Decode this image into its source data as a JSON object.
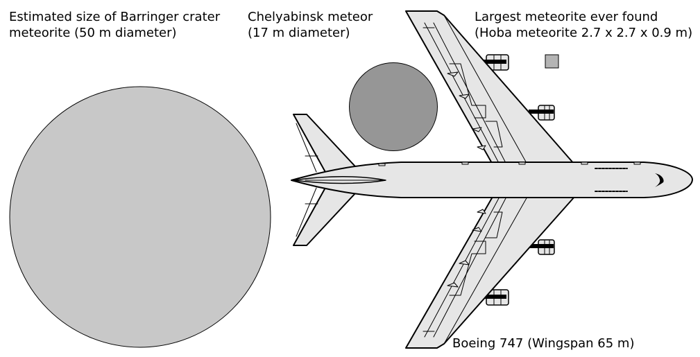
{
  "labels": {
    "barringer": {
      "line1": "Estimated size of Barringer crater",
      "line2": "meteorite (50 m diameter)"
    },
    "chelyabinsk": {
      "line1": "Chelyabinsk meteor",
      "line2": "(17 m diameter)"
    },
    "hoba": {
      "line1": "Largest meteorite ever found",
      "line2": "(Hoba meteorite 2.7 x 2.7 x 0.9 m)"
    },
    "boeing": {
      "line1": "Boeing 747 (Wingspan 65 m)"
    }
  },
  "colors": {
    "barringer_fill": "#c8c8c8",
    "chelyabinsk_fill": "#969696",
    "hoba_fill": "#b4b4b4",
    "aircraft_fill": "#e6e6e6",
    "outline": "#000000"
  },
  "icons": {
    "aircraft": "boeing-747-top-view-icon"
  }
}
